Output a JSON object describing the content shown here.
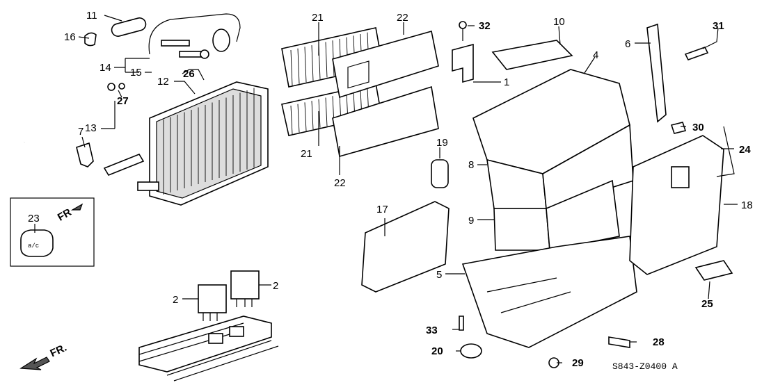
{
  "diagram_code": "S843-Z0400 A",
  "fr_label": "FR.",
  "fr_inset_label": "FR",
  "inset_badge_text": "a/c",
  "callouts": [
    {
      "id": "c1",
      "text": "1"
    },
    {
      "id": "c2a",
      "text": "2"
    },
    {
      "id": "c2b",
      "text": "2"
    },
    {
      "id": "c4",
      "text": "4"
    },
    {
      "id": "c5",
      "text": "5"
    },
    {
      "id": "c6",
      "text": "6"
    },
    {
      "id": "c7",
      "text": "7"
    },
    {
      "id": "c8",
      "text": "8"
    },
    {
      "id": "c9",
      "text": "9"
    },
    {
      "id": "c10",
      "text": "10"
    },
    {
      "id": "c11",
      "text": "11"
    },
    {
      "id": "c12",
      "text": "12"
    },
    {
      "id": "c13",
      "text": "13"
    },
    {
      "id": "c14",
      "text": "14"
    },
    {
      "id": "c15",
      "text": "15"
    },
    {
      "id": "c16",
      "text": "16"
    },
    {
      "id": "c17",
      "text": "17"
    },
    {
      "id": "c18",
      "text": "18"
    },
    {
      "id": "c19",
      "text": "19"
    },
    {
      "id": "c20",
      "text": "20"
    },
    {
      "id": "c21a",
      "text": "21"
    },
    {
      "id": "c21b",
      "text": "21"
    },
    {
      "id": "c22a",
      "text": "22"
    },
    {
      "id": "c22b",
      "text": "22"
    },
    {
      "id": "c23",
      "text": "23"
    },
    {
      "id": "c24",
      "text": "24"
    },
    {
      "id": "c25",
      "text": "25"
    },
    {
      "id": "c26",
      "text": "26"
    },
    {
      "id": "c27",
      "text": "27"
    },
    {
      "id": "c28",
      "text": "28"
    },
    {
      "id": "c29",
      "text": "29"
    },
    {
      "id": "c30",
      "text": "30"
    },
    {
      "id": "c31",
      "text": "31"
    },
    {
      "id": "c32",
      "text": "32"
    },
    {
      "id": "c33",
      "text": "33"
    }
  ]
}
